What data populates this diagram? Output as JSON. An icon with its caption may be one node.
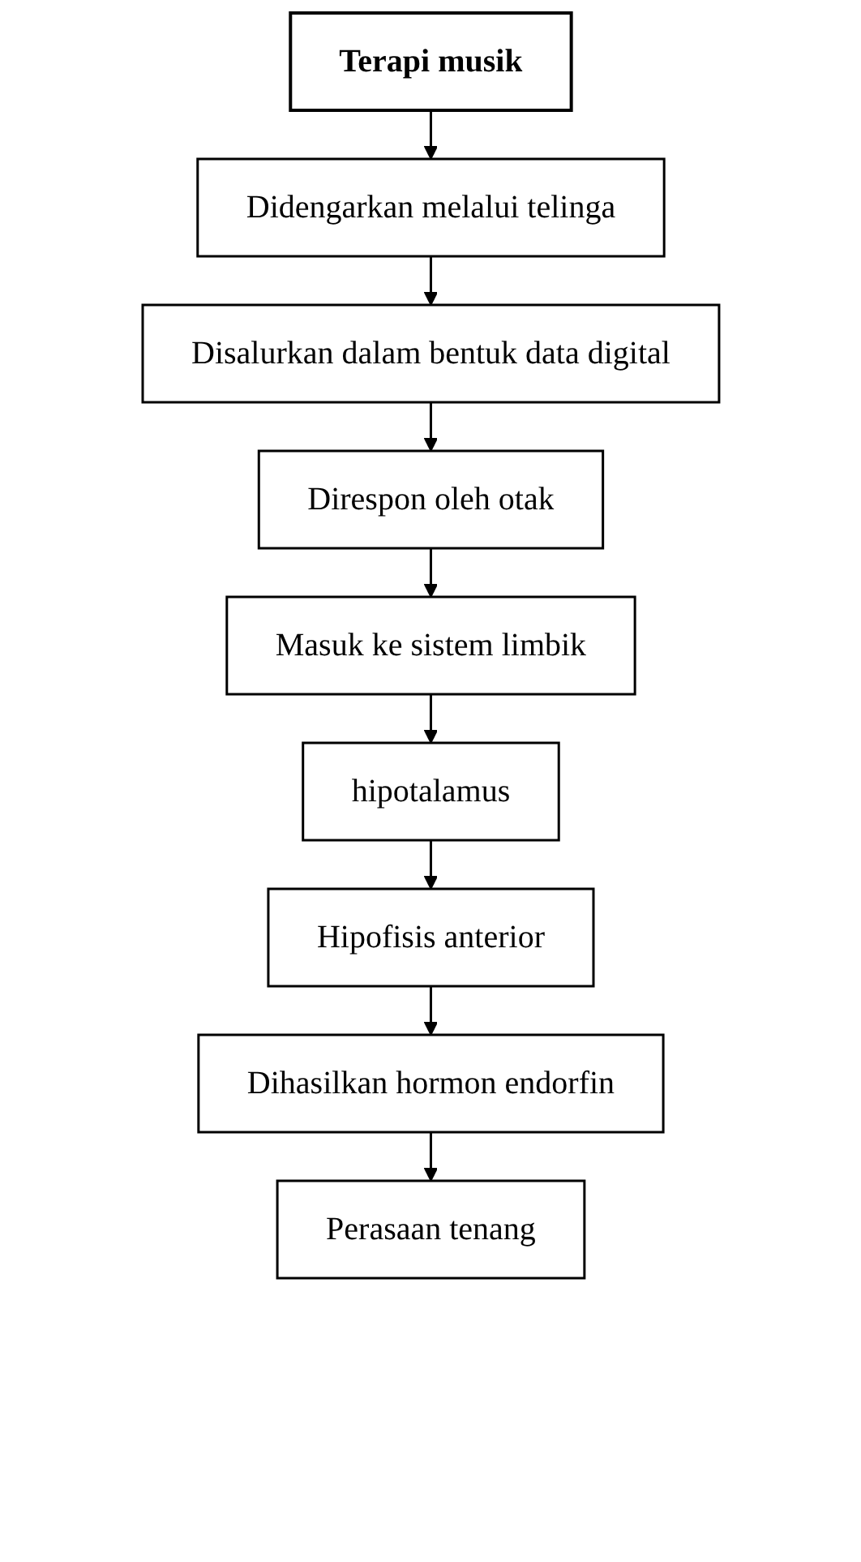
{
  "diagram": {
    "nodes": [
      {
        "text": [
          "Terapi musik"
        ]
      },
      {
        "text": [
          "Didengarkan melalui telinga"
        ]
      },
      {
        "text": [
          "Disalurkan dalam bentuk data digital"
        ]
      },
      {
        "text": [
          "Direspon oleh otak"
        ]
      },
      {
        "text": [
          "Masuk ke sistem limbik"
        ]
      },
      {
        "text": [
          "hipotalamus"
        ]
      },
      {
        "text": [
          "Hipofisis anterior"
        ]
      },
      {
        "text": [
          "Dihasilkan hormon endorfin"
        ]
      },
      {
        "text": [
          "Perasaan tenang"
        ]
      }
    ],
    "edges": [
      {
        "from": 0,
        "to": 1,
        "arrow": "to"
      },
      {
        "from": 1,
        "to": 2,
        "arrow": "to"
      },
      {
        "from": 2,
        "to": 3,
        "arrow": "to"
      },
      {
        "from": 3,
        "to": 4,
        "arrow": "to"
      },
      {
        "from": 4,
        "to": 5,
        "arrow": "to"
      },
      {
        "from": 5,
        "to": 6,
        "arrow": "to"
      },
      {
        "from": 6,
        "to": 7,
        "arrow": "to"
      },
      {
        "from": 7,
        "to": 8,
        "arrow": "to"
      }
    ]
  }
}
